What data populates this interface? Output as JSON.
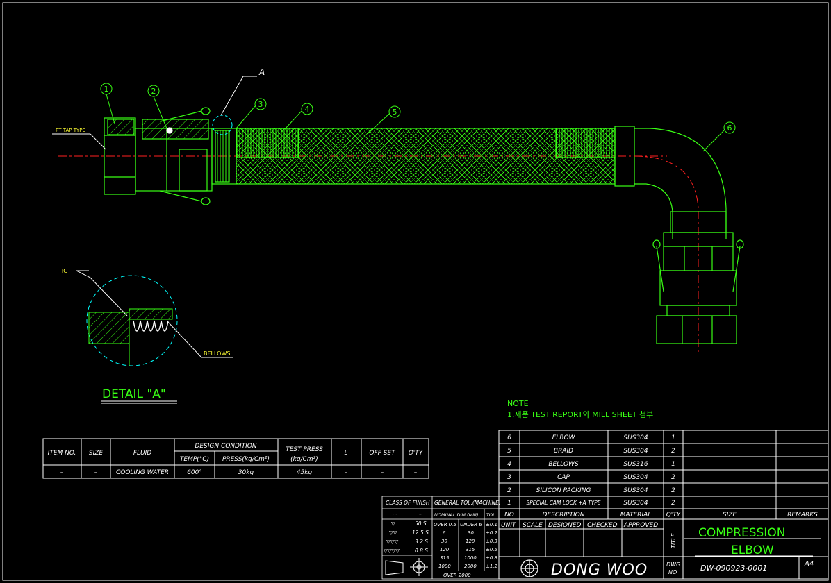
{
  "detail": {
    "tic_label": "TIC",
    "bellows_label": "BELLOWS",
    "title": "DETAIL \"A\"",
    "pt_tap_label": "PT TAP TYPE",
    "detail_marker": "A"
  },
  "balloons": [
    "1",
    "2",
    "3",
    "4",
    "5",
    "6"
  ],
  "note": {
    "title": "NOTE",
    "line1": "1.제품  TEST  REPORT와  MILL  SHEET  첨부"
  },
  "condition_table": {
    "headers": {
      "item_no": "ITEM NO.",
      "size": "SIZE",
      "fluid": "FLUID",
      "design_condition": "DESIGN CONDITION",
      "temp": "TEMP(°C)",
      "press": "PRESS(kg/Cm²)",
      "test_press_1": "TEST PRESS",
      "test_press_2": "(kg/Cm²)",
      "l": "L",
      "offset": "OFF SET",
      "qty": "Q'TY"
    },
    "row": {
      "item_no": "–",
      "size": "–",
      "fluid": "COOLING WATER",
      "temp": "600°",
      "press": "30kg",
      "test_press": "45kg",
      "l": "–",
      "offset": "–",
      "qty": "–"
    }
  },
  "parts_list": [
    {
      "no": "6",
      "desc": "ELBOW",
      "material": "SUS304",
      "qty": "1"
    },
    {
      "no": "5",
      "desc": "BRAID",
      "material": "SUS304",
      "qty": "2"
    },
    {
      "no": "4",
      "desc": "BELLOWS",
      "material": "SUS316",
      "qty": "1"
    },
    {
      "no": "3",
      "desc": "CAP",
      "material": "SUS304",
      "qty": "2"
    },
    {
      "no": "2",
      "desc": "SILICON PACKING",
      "material": "SUS304",
      "qty": "2"
    },
    {
      "no": "1",
      "desc": "SPECIAL CAM LOCK +A TYPE",
      "material": "SUS304",
      "qty": "2"
    }
  ],
  "parts_header": {
    "no": "NO",
    "desc": "DESCRIPTION",
    "material": "MATERIAL",
    "qty": "Q'TY",
    "size": "SIZE",
    "remarks": "REMARKS"
  },
  "finish_table": {
    "header_class": "CLASS OF FINISH",
    "header_tol": "GENERAL TOL.(MACHINE)",
    "sub_nominal": "NOMINAL DIM.(MM)",
    "sub_tol": "TOL.",
    "row_tilde": "~",
    "row_dash": "–",
    "finishes": [
      {
        "sym": "▽",
        "val": "50 S"
      },
      {
        "sym": "▽▽",
        "val": "12.5 S"
      },
      {
        "sym": "▽▽▽",
        "val": "3.2 S"
      },
      {
        "sym": "▽▽▽▽",
        "val": "0.8 S"
      }
    ],
    "tolerances": [
      {
        "over": "OVER 0.5",
        "under": "UNDER 6",
        "tol": "±0.1"
      },
      {
        "over": "6",
        "under": "30",
        "tol": "±0.2"
      },
      {
        "over": "30",
        "under": "120",
        "tol": "±0.3"
      },
      {
        "over": "120",
        "under": "315",
        "tol": "±0.5"
      },
      {
        "over": "315",
        "under": "1000",
        "tol": "±0.8"
      },
      {
        "over": "1000",
        "under": "2000",
        "tol": "±1.2"
      }
    ],
    "last": "OVER 2000"
  },
  "title_block": {
    "unit": "UNIT",
    "scale": "SCALE",
    "designed": "DESIONED",
    "checked": "CHECKED",
    "approved": "APPROVED",
    "title_label": "TITLE",
    "title_1": "COMPRESSION",
    "title_2": "ELBOW",
    "company": "DONG  WOO",
    "dwg_1": "DWG.",
    "dwg_2": "NO",
    "dwg_no": "DW-090923-0001",
    "sheet": "A4"
  },
  "colors": {
    "background": "#000000",
    "line_green": "#39ff14",
    "text_white": "#ffffff",
    "text_yellow": "#ffff33",
    "center_red": "#ff0000",
    "leader_cyan": "#00ffff"
  }
}
